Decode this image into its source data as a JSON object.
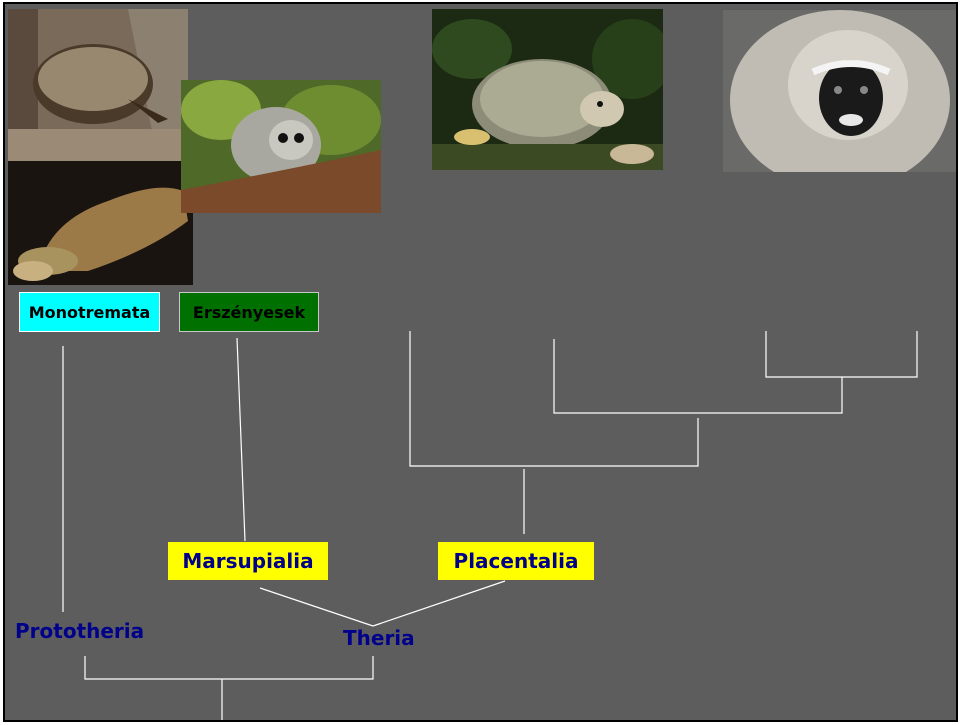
{
  "labels": {
    "monotremata": "Monotremata",
    "erszenyesek": "Erszényesek",
    "marsupialia": "Marsupialia",
    "placentalia": "Placentalia",
    "prototheria": "Prototheria",
    "theria": "Theria"
  },
  "colors": {
    "background": "#5d5d5d",
    "branch_line": "#ffffff",
    "monotremata_box": "#00ffff",
    "erszenyesek_box": "#007000",
    "highlight_box": "#ffff00",
    "clade_text": "#00008b"
  },
  "photos": [
    "echidna",
    "platypus",
    "sugar-glider",
    "hedgehog",
    "gibbon"
  ]
}
